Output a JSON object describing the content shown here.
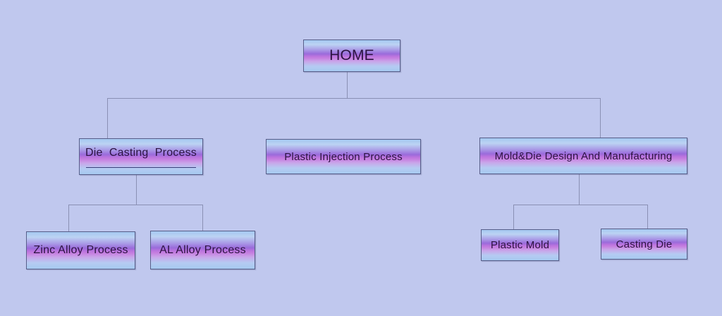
{
  "diagram": {
    "type": "sitemap-tree",
    "nodes": {
      "home": {
        "label": "HOME"
      },
      "die_casting": {
        "label": "Die  Casting  Process"
      },
      "plastic_injection": {
        "label": "Plastic Injection Process"
      },
      "mold_die": {
        "label": "Mold&Die Design And Manufacturing"
      },
      "zinc_alloy": {
        "label": "Zinc Alloy Process"
      },
      "al_alloy": {
        "label": "AL Alloy Process"
      },
      "plastic_mold": {
        "label": "Plastic Mold"
      },
      "casting_die": {
        "label": "Casting Die"
      }
    },
    "hierarchy": {
      "home": [
        "die_casting",
        "plastic_injection",
        "mold_die"
      ],
      "die_casting": [
        "zinc_alloy",
        "al_alloy"
      ],
      "mold_die": [
        "plastic_mold",
        "casting_die"
      ]
    },
    "colors": {
      "background": "#c0c8ee",
      "box_gradient_top": "#a4c7f0",
      "box_gradient_purple": "#9a6bdb",
      "box_gradient_pink": "#c680e0",
      "box_gradient_bottom": "#a6c9f0",
      "box_border": "#585e89",
      "connector_line": "#8a90b4",
      "label_text": "#2c1342"
    }
  }
}
